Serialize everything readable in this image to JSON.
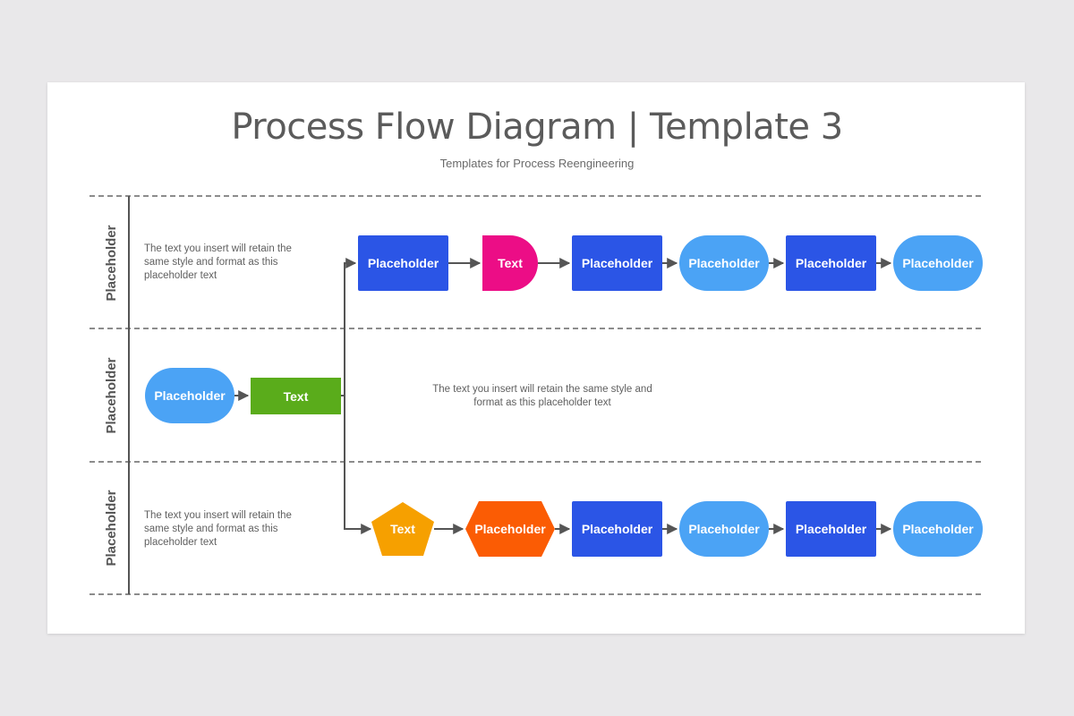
{
  "title": "Process Flow Diagram | Template 3",
  "subtitle": "Templates for Process Reengineering",
  "colors": {
    "dark_blue": "#2b55e6",
    "light_blue": "#4ba3f5",
    "magenta": "#ec0d86",
    "green": "#5aac1b",
    "orange": "#f6a000",
    "orange_red": "#fb5c04",
    "line": "#555555",
    "dash": "#666666"
  },
  "lanes": [
    {
      "label": "Placeholder",
      "note": "The text you insert will retain the same style and format as this placeholder text"
    },
    {
      "label": "Placeholder",
      "note": "The text you insert will retain the same style and format as this placeholder text"
    },
    {
      "label": "Placeholder",
      "note": "The text you insert will retain the same style and format as this placeholder text"
    }
  ],
  "row1": [
    "Placeholder",
    "Text",
    "Placeholder",
    "Placeholder",
    "Placeholder",
    "Placeholder"
  ],
  "row2": [
    "Placeholder",
    "Text"
  ],
  "row3": [
    "Text",
    "Placeholder",
    "Placeholder",
    "Placeholder",
    "Placeholder",
    "Placeholder"
  ]
}
